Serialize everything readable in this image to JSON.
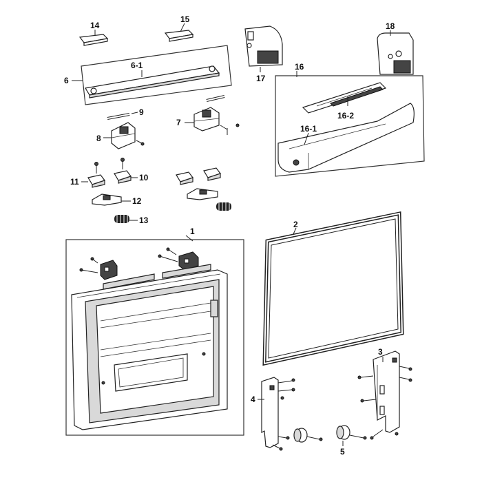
{
  "callouts": {
    "c1": "1",
    "c2": "2",
    "c3": "3",
    "c4": "4",
    "c5": "5",
    "c6": "6",
    "c6_1": "6-1",
    "c7": "7",
    "c8": "8",
    "c9": "9",
    "c10": "10",
    "c11": "11",
    "c12": "12",
    "c13": "13",
    "c14": "14",
    "c15": "15",
    "c16": "16",
    "c16_1": "16-1",
    "c16_2": "16-2",
    "c17": "17",
    "c18": "18"
  }
}
